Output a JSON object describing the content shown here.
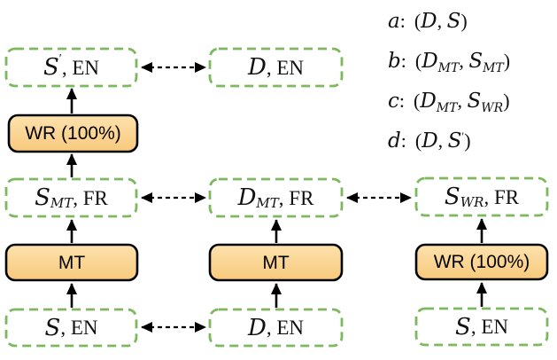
{
  "figure": {
    "description": "Data augmentation pipeline diagram with MT (machine translation) and WR (word replacement) process boxes",
    "colors": {
      "dashed_box_border": "#7cb85e",
      "process_fill_top": "#fde2ad",
      "process_fill_bottom": "#f8c97c",
      "process_border": "#000000",
      "arrow": "#000000",
      "text": "#111111",
      "background": "#ffffff"
    }
  },
  "boxes": {
    "top_left": {
      "symbol": "S",
      "prime": "′",
      "sub": "",
      "suffix": ", EN"
    },
    "top_mid": {
      "symbol": "D",
      "prime": "",
      "sub": "",
      "suffix": ", EN"
    },
    "mid_left": {
      "symbol": "S",
      "prime": "",
      "sub": "MT",
      "suffix": ", FR"
    },
    "mid_mid": {
      "symbol": "D",
      "prime": "",
      "sub": "MT",
      "suffix": ", FR"
    },
    "mid_right": {
      "symbol": "S",
      "prime": "",
      "sub": "WR",
      "suffix": ", FR"
    },
    "bot_left": {
      "symbol": "S",
      "prime": "",
      "sub": "",
      "suffix": ", EN"
    },
    "bot_mid": {
      "symbol": "D",
      "prime": "",
      "sub": "",
      "suffix": ", EN"
    },
    "bot_right": {
      "symbol": "S",
      "prime": "",
      "sub": "",
      "suffix": ", EN"
    }
  },
  "process": {
    "wr_left": "WR (100%)",
    "mt_left": "MT",
    "mt_mid": "MT",
    "wr_right": "WR (100%)"
  },
  "legend": {
    "colon": ":",
    "open": "(",
    "comma": ", ",
    "close": ")",
    "items": [
      {
        "key": "a",
        "first": "D",
        "first_sub": "",
        "second": "S",
        "second_sub": "",
        "second_prime": ""
      },
      {
        "key": "b",
        "first": "D",
        "first_sub": "MT",
        "second": "S",
        "second_sub": "MT",
        "second_prime": ""
      },
      {
        "key": "c",
        "first": "D",
        "first_sub": "MT",
        "second": "S",
        "second_sub": "WR",
        "second_prime": ""
      },
      {
        "key": "d",
        "first": "D",
        "first_sub": "",
        "second": "S",
        "second_sub": "",
        "second_prime": "′"
      }
    ]
  }
}
